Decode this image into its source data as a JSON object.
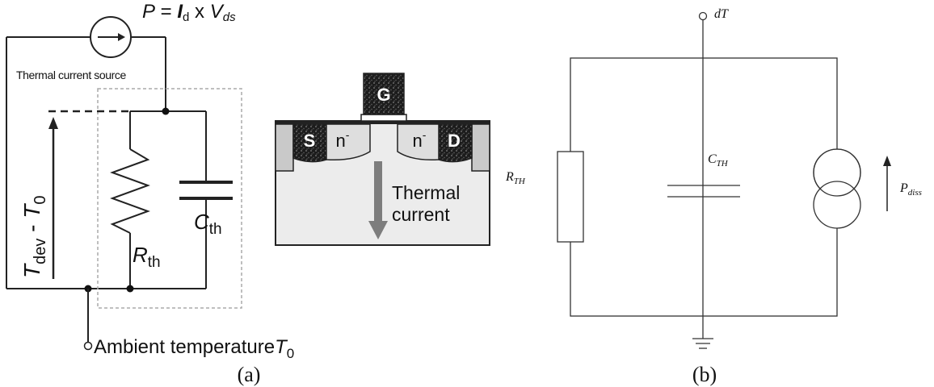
{
  "panel_a": {
    "power_eq_p": "P",
    "power_eq_eq": " = ",
    "power_eq_i": "I",
    "power_eq_i_sub": "d",
    "power_eq_x": " x ",
    "power_eq_v": "V",
    "power_eq_v_sub": "ds",
    "source_label": "Thermal current source",
    "temp_diff_main": "T",
    "temp_diff_main_sub": "dev",
    "temp_diff_dash": " - ",
    "temp_diff_t0": "T",
    "temp_diff_t0_sub": "0",
    "resistor_label": "R",
    "resistor_label_sub": "th",
    "capacitor_label": "C",
    "capacitor_label_sub": "th",
    "ambient_label": "Ambient  temperature",
    "ambient_t": "T",
    "ambient_t_sub": "0",
    "gate_label": "G",
    "source_region": "S",
    "drain_region": "D",
    "n_left": "n",
    "n_left_sup": "-",
    "n_right": "n",
    "n_right_sup": "-",
    "thermal_current_line1": "Thermal",
    "thermal_current_line2": "current",
    "caption": "(a)"
  },
  "panel_b": {
    "node_label": "dT",
    "rth_label": "R",
    "rth_sub": "TH",
    "cth_label": "C",
    "cth_sub": "TH",
    "pdiss_label": "P",
    "pdiss_sub": "diss",
    "caption": "(b)"
  }
}
